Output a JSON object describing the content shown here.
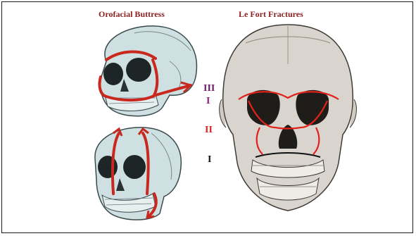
{
  "titles": {
    "left": "Orofacial Buttress",
    "right": "Le Fort Fractures"
  },
  "le_fort_labels": [
    {
      "text": "III",
      "color": "#6b1a63"
    },
    {
      "text": "I",
      "color": "#8a1f7a"
    },
    {
      "text": "II",
      "color": "#e0221a"
    },
    {
      "text": "I",
      "color": "#111111"
    }
  ],
  "colors": {
    "title": "#8b1f1f",
    "buttress_arrow": "#c8281e",
    "fracture_line": "#e0221a",
    "skull_tint_left": "#cfe0e2",
    "skull_tint_right": "#d9d5ce"
  }
}
